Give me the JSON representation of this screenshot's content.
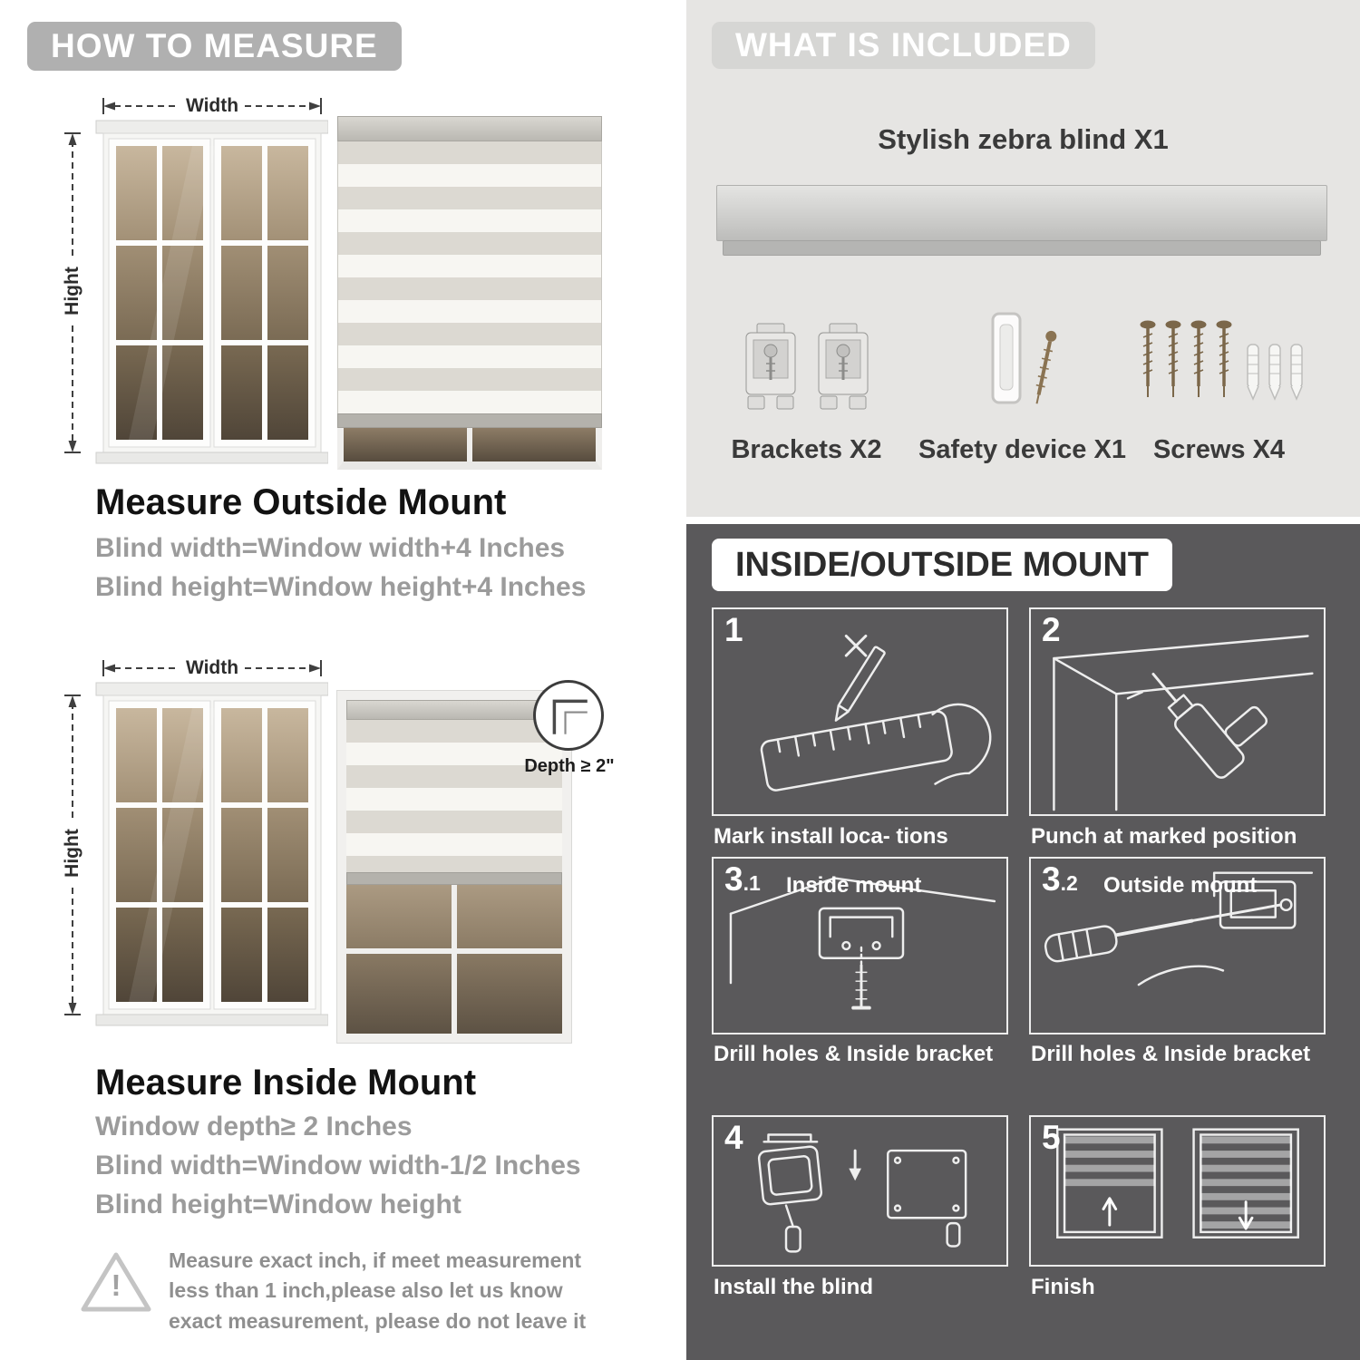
{
  "colors": {
    "header_pill_gray": "#b0b0b0",
    "included_bg": "#e6e5e3",
    "included_pill": "#d6d6d4",
    "mount_bg": "#5a595b",
    "heading_dark": "#121212",
    "body_gray": "#9b9b9b",
    "blind_opaque_stripe": "#dcd9d2",
    "blind_sheer_stripe": "#f7f6f2"
  },
  "measure": {
    "header": "HOW TO MEASURE",
    "outside": {
      "width_label": "Width",
      "height_label": "Hight",
      "title": "Measure Outside Mount",
      "lines": [
        "Blind width=Window width+4 Inches",
        "Blind height=Window height+4 Inches"
      ]
    },
    "inside": {
      "width_label": "Width",
      "height_label": "Hight",
      "depth_label": "Depth ≥ 2\"",
      "title": "Measure Inside Mount",
      "lines": [
        "Window depth≥ 2 Inches",
        "Blind width=Window width-1/2 Inches",
        "Blind height=Window height"
      ]
    },
    "warning": {
      "mark": "!",
      "text": "Measure exact inch, if meet measurement less than 1 inch,please also let us know exact measurement, please do not leave it"
    }
  },
  "included": {
    "header": "WHAT IS INCLUDED",
    "blind_label": "Stylish zebra blind X1",
    "items": [
      {
        "label": "Brackets X2"
      },
      {
        "label": "Safety device X1"
      },
      {
        "label": "Screws X4"
      }
    ]
  },
  "mount": {
    "header": "INSIDE/OUTSIDE MOUNT",
    "steps": [
      {
        "num": "1",
        "sub": "",
        "label": "",
        "caption": "Mark install loca- tions"
      },
      {
        "num": "2",
        "sub": "",
        "label": "",
        "caption": "Punch at  marked position"
      },
      {
        "num": "3",
        "sub": ".1",
        "label": "Inside mount",
        "caption": "Drill holes &  Inside bracket"
      },
      {
        "num": "3",
        "sub": ".2",
        "label": "Outside mount",
        "caption": "Drill holes &  Inside bracket"
      },
      {
        "num": "4",
        "sub": "",
        "label": "",
        "caption": "Install the blind"
      },
      {
        "num": "5",
        "sub": "",
        "label": "",
        "caption": "Finish"
      }
    ]
  }
}
